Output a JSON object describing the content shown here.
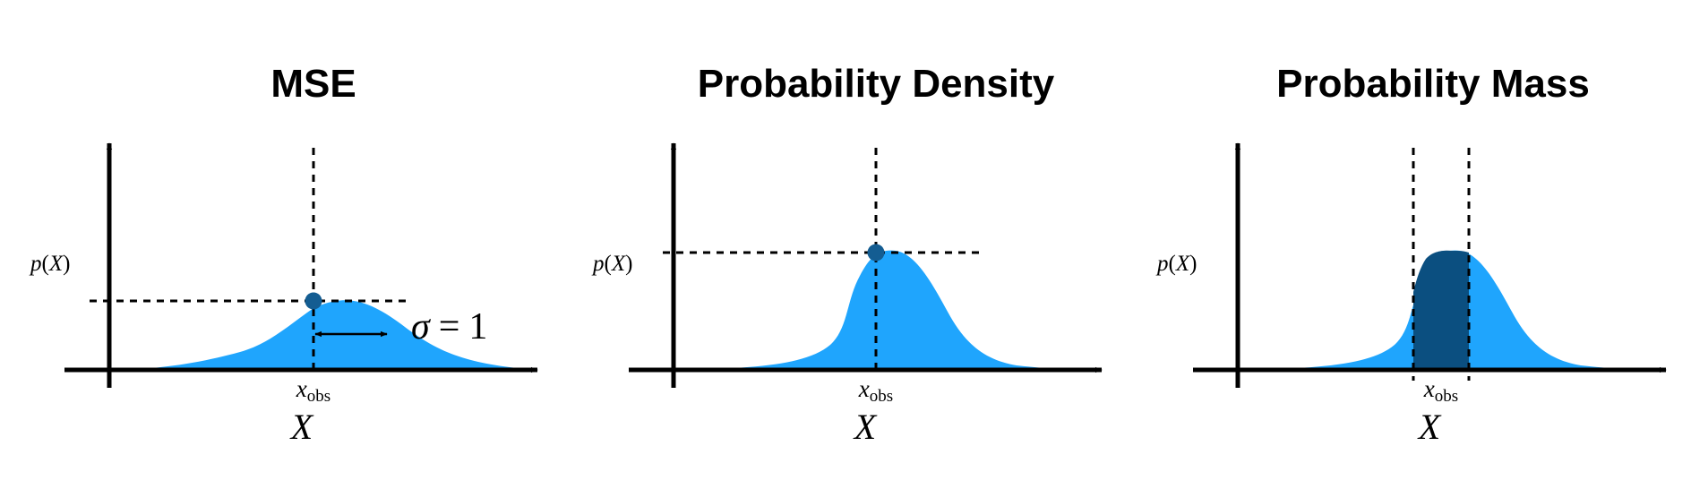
{
  "colors": {
    "curve_fill": "#1fa5fd",
    "mass_fill": "#0b4f80",
    "marker": "#145d92",
    "axis": "#000000"
  },
  "panels": [
    {
      "title": "MSE",
      "ylabel": {
        "func": "p",
        "arg": "X"
      },
      "xlabel": "X",
      "xtick": {
        "base": "x",
        "sub": "obs"
      },
      "annotation": {
        "symbol": "σ",
        "eq": "=",
        "value": "1"
      },
      "curve": "wide",
      "marker": true
    },
    {
      "title": "Probability Density",
      "ylabel": {
        "func": "p",
        "arg": "X"
      },
      "xlabel": "X",
      "xtick": {
        "base": "x",
        "sub": "obs"
      },
      "curve": "narrow",
      "marker": true
    },
    {
      "title": "Probability Mass",
      "ylabel": {
        "func": "p",
        "arg": "X"
      },
      "xlabel": "X",
      "xtick": {
        "base": "x",
        "sub": "obs"
      },
      "curve": "narrow",
      "shaded_interval": true
    }
  ]
}
